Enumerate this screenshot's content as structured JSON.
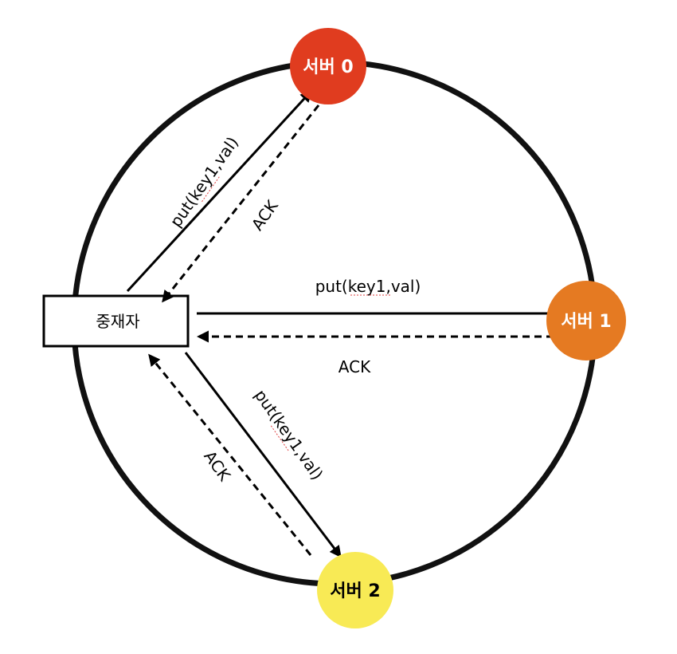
{
  "coordinator": {
    "label": "중재자"
  },
  "servers": [
    {
      "label": "서버 0",
      "color": "#e03c1f",
      "text_color": "#ffffff"
    },
    {
      "label": "서버 1",
      "color": "#e57a22",
      "text_color": "#ffffff"
    },
    {
      "label": "서버 2",
      "color": "#f8ea55",
      "text_color": "#000000"
    }
  ],
  "messages": {
    "request_label": "put(key1,val)",
    "ack_label": "ACK"
  },
  "colors": {
    "ring": "#111111",
    "arrow": "#000000",
    "spellcheck_underline": "#e04040"
  }
}
